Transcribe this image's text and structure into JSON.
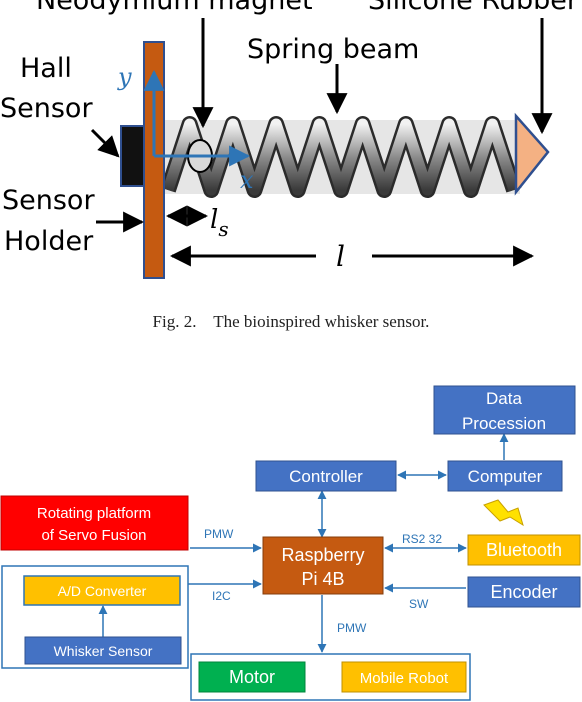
{
  "figure1": {
    "labels": {
      "magnet": "Neodymium magnet",
      "rubber": "Silicone Rubber",
      "spring": "Spring beam",
      "hall_line1": "Hall",
      "hall_line2": "Sensor",
      "holder_line1": "Sensor",
      "holder_line2": "Holder",
      "axis_y": "y",
      "axis_x": "x",
      "ls_main": "l",
      "ls_sub": "s",
      "l": "l"
    },
    "caption_number": "Fig. 2.",
    "caption_text": "The bioinspired whisker sensor."
  },
  "figure2": {
    "blocks": {
      "data_procession_line1": "Data",
      "data_procession_line2": "Procession",
      "controller": "Controller",
      "computer": "Computer",
      "rotating_line1": "Rotating platform",
      "rotating_line2": "of Servo Fusion",
      "raspberry_line1": "Raspberry",
      "raspberry_line2": "Pi 4B",
      "bluetooth": "Bluetooth",
      "encoder": "Encoder",
      "adc": "A/D Converter",
      "whisker": "Whisker Sensor",
      "motor": "Motor",
      "mobile_robot": "Mobile Robot"
    },
    "edges": {
      "pmw_left": "PMW",
      "i2c": "I2C",
      "rs232": "RS2 32",
      "sw": "SW",
      "pmw_down": "PMW"
    },
    "colors": {
      "blue_block": "#4472c4",
      "orange_block": "#c55a11",
      "red_block": "#ff0000",
      "yellow_block": "#ffc000",
      "green_block": "#00b050",
      "holder": "#c55a11",
      "rubber_tip": "#f4b183"
    }
  }
}
